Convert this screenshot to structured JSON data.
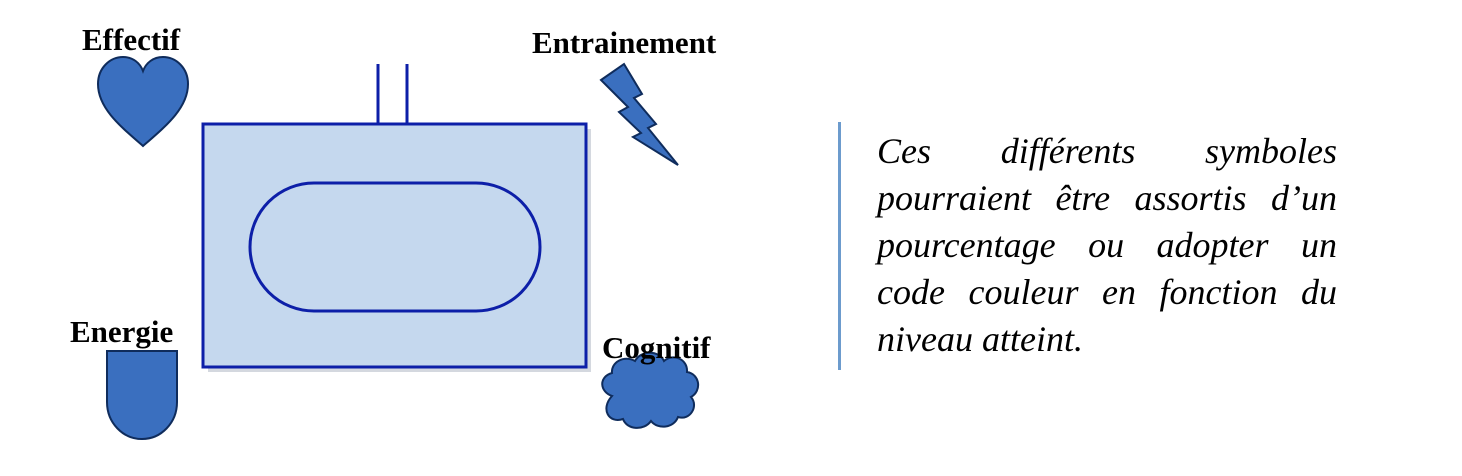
{
  "labels": {
    "effectif": "Effectif",
    "entrainement": "Entrainement",
    "energie": "Energie",
    "cognitif": "Cognitif"
  },
  "note": {
    "text": "Ces différents symboles pourraient être assortis d’un pourcentage ou adopter un code couleur en fonction du niveau atteint."
  },
  "colors": {
    "symbol_fill": "#3a6fbf",
    "symbol_stroke": "#0f2c5c",
    "device_fill": "#c5d8ee",
    "device_stroke": "#0d1fa8",
    "note_bar": "#6c9bcd"
  },
  "icons": {
    "effectif": "heart-icon",
    "entrainement": "lightning-icon",
    "energie": "battery-icon",
    "cognitif": "cloud-icon"
  }
}
